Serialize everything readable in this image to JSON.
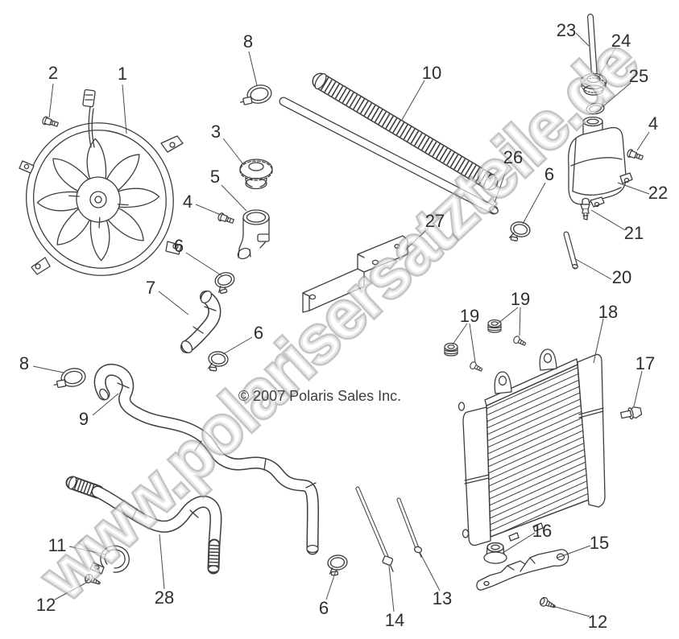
{
  "diagram": {
    "watermark": "www.polarisersatzteile.de",
    "copyright": "© 2007 Polaris Sales Inc.",
    "background_color": "#ffffff",
    "line_color": "#3d3d3d",
    "label_color": "#2e2e2e",
    "watermark_fill": "#ffffff",
    "watermark_outline": "#949494"
  },
  "callouts": [
    {
      "label": "2",
      "part": "fan-mount-screw"
    },
    {
      "label": "1",
      "part": "cooling-fan-assembly"
    },
    {
      "label": "8",
      "part": "hose-clamp-large"
    },
    {
      "label": "10",
      "part": "corrugated-conduit"
    },
    {
      "label": "23",
      "part": "vent-tube"
    },
    {
      "label": "24",
      "part": "reservoir-cap"
    },
    {
      "label": "25",
      "part": "seal-washer"
    },
    {
      "label": "4",
      "part": "flange-bolt"
    },
    {
      "label": "3",
      "part": "pressure-cap"
    },
    {
      "label": "5",
      "part": "filler-neck"
    },
    {
      "label": "26",
      "part": "straight-tube"
    },
    {
      "label": "6",
      "part": "hose-clamp-small"
    },
    {
      "label": "22",
      "part": "coolant-reservoir"
    },
    {
      "label": "4",
      "part": "flange-bolt"
    },
    {
      "label": "21",
      "part": "drain-fitting"
    },
    {
      "label": "27",
      "part": "mounting-bracket"
    },
    {
      "label": "6",
      "part": "hose-clamp-small"
    },
    {
      "label": "20",
      "part": "drain-tube"
    },
    {
      "label": "7",
      "part": "elbow-hose"
    },
    {
      "label": "19",
      "part": "wellnut-and-screw"
    },
    {
      "label": "19",
      "part": "wellnut-and-screw"
    },
    {
      "label": "18",
      "part": "radiator"
    },
    {
      "label": "6",
      "part": "hose-clamp-small"
    },
    {
      "label": "8",
      "part": "hose-clamp-large"
    },
    {
      "label": "17",
      "part": "hex-bolt"
    },
    {
      "label": "9",
      "part": "upper-radiator-hose"
    },
    {
      "label": "11",
      "part": "p-clamp"
    },
    {
      "label": "28",
      "part": "lower-radiator-hose"
    },
    {
      "label": "12",
      "part": "screw"
    },
    {
      "label": "6",
      "part": "hose-clamp-small"
    },
    {
      "label": "14",
      "part": "vent-line"
    },
    {
      "label": "13",
      "part": "vent-line"
    },
    {
      "label": "16",
      "part": "grommet"
    },
    {
      "label": "15",
      "part": "support-bracket"
    },
    {
      "label": "12",
      "part": "screw"
    }
  ]
}
